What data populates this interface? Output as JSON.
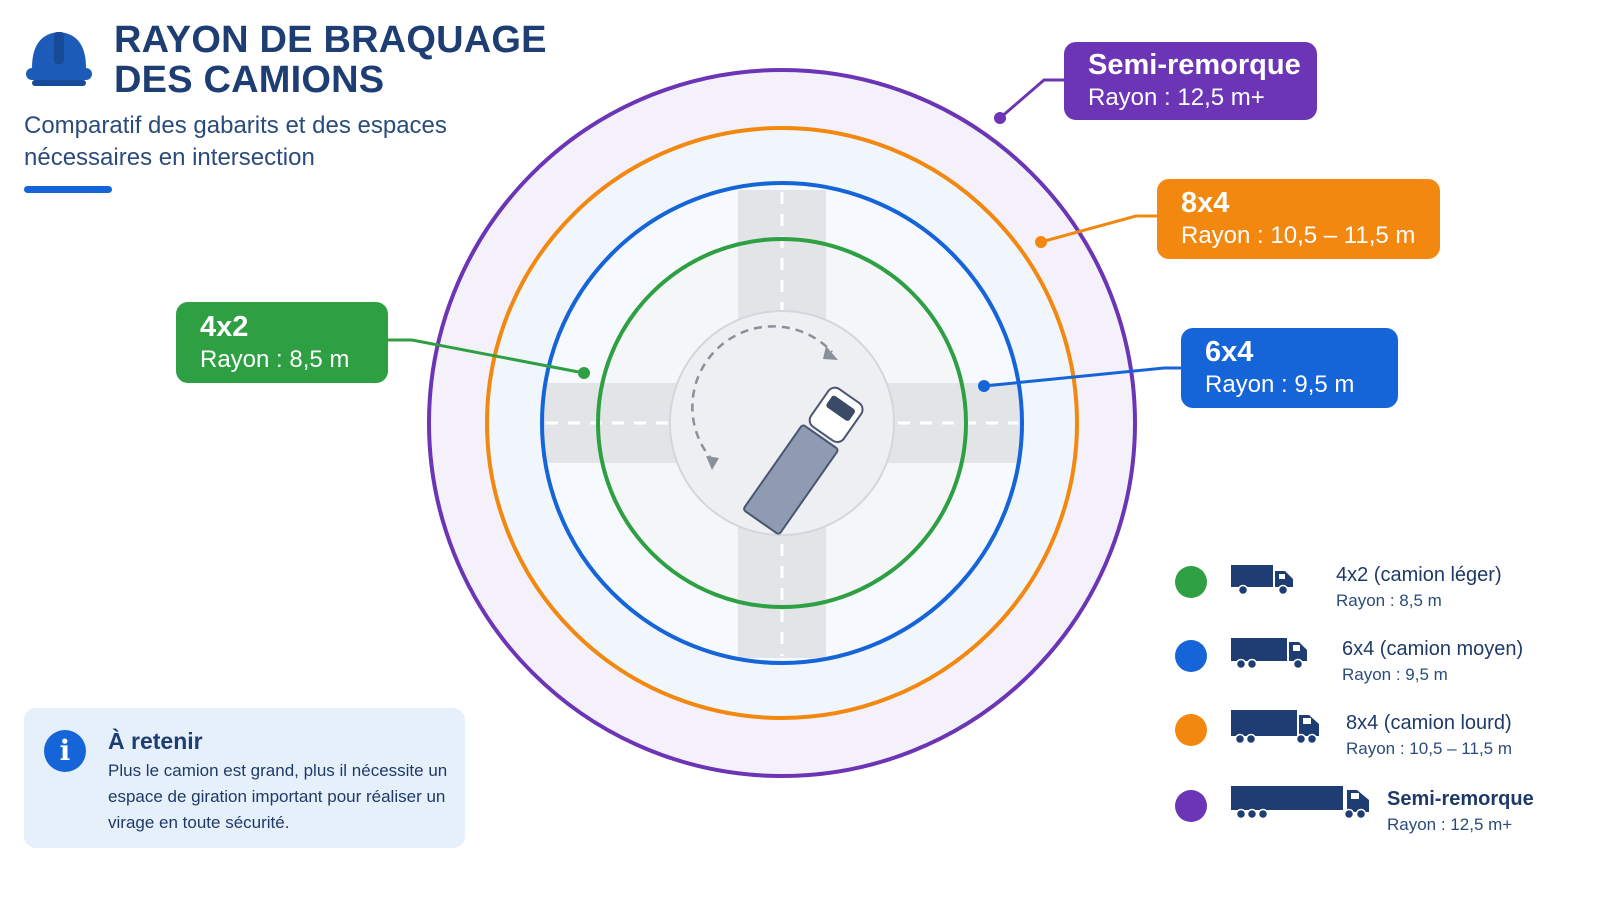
{
  "header": {
    "title_line1": "RAYON DE BRAQUAGE",
    "title_line2": "DES CAMIONS",
    "subtitle": "Comparatif des gabarits et des espaces nécessaires en intersection",
    "icon": "hard-hat-icon"
  },
  "callouts": {
    "semi": {
      "name": "Semi-remorque",
      "radius": "Rayon : 12,5 m+"
    },
    "c8x4": {
      "name": "8x4",
      "radius": "Rayon : 10,5 – 11,5 m"
    },
    "c6x4": {
      "name": "6x4",
      "radius": "Rayon : 9,5 m"
    },
    "c4x2": {
      "name": "4x2",
      "radius": "Rayon : 8,5 m"
    }
  },
  "legend": [
    {
      "name": "4x2 (camion léger)",
      "radius": "Rayon : 8,5 m",
      "icon": "light-truck-icon"
    },
    {
      "name": "6x4 (camion moyen)",
      "radius": "Rayon : 9,5 m",
      "icon": "medium-truck-icon"
    },
    {
      "name": "8x4 (camion lourd)",
      "radius": "Rayon : 10,5 – 11,5 m",
      "icon": "heavy-truck-icon"
    },
    {
      "name": "Semi-remorque",
      "radius": "Rayon : 12,5 m+",
      "icon": "semi-trailer-truck-icon"
    }
  ],
  "note": {
    "title": "À retenir",
    "body": "Plus le camion est grand, plus il nécessite un espace de giration important pour réaliser un virage en toute sécurité.",
    "icon": "info-icon"
  },
  "colors": {
    "green": "#2ea043",
    "blue": "#1565d8",
    "orange": "#f2880f",
    "purple": "#6b35b5",
    "navy": "#1d3d73"
  }
}
